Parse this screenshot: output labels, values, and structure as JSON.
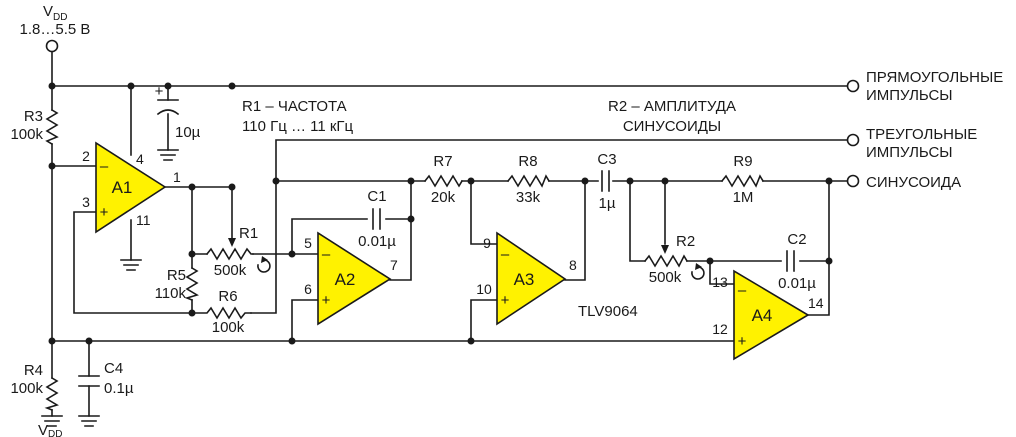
{
  "supply": {
    "name": "V",
    "sub": "DD",
    "range": "1.8…5.5 B"
  },
  "vdd_bottom": {
    "name": "V",
    "sub": "DD"
  },
  "notes": {
    "r1_line1": "R1 – ЧАСТОТА",
    "r1_line2": "110 Гц … 11 кГц",
    "r2_line1": "R2 – АМПЛИТУДА",
    "r2_line2": "СИНУСОИДЫ",
    "chip": "TLV9064"
  },
  "outputs": {
    "square_1": "ПРЯМОУГОЛЬНЫЕ",
    "square_2": "ИМПУЛЬСЫ",
    "triangle_1": "ТРЕУГОЛЬНЫЕ",
    "triangle_2": "ИМПУЛЬСЫ",
    "sine": "СИНУСОИДА"
  },
  "resistors": {
    "R3": {
      "name": "R3",
      "value": "100k"
    },
    "R4": {
      "name": "R4",
      "value": "100k"
    },
    "R5": {
      "name": "R5",
      "value": "110k"
    },
    "R6": {
      "name": "R6",
      "value": "100k"
    },
    "R7": {
      "name": "R7",
      "value": "20k"
    },
    "R8": {
      "name": "R8",
      "value": "33k"
    },
    "R9": {
      "name": "R9",
      "value": "1M"
    },
    "R1": {
      "name": "R1",
      "value": "500k"
    },
    "R2": {
      "name": "R2",
      "value": "500k"
    }
  },
  "capacitors": {
    "C1": {
      "name": "C1",
      "value": "0.01µ"
    },
    "C2": {
      "name": "C2",
      "value": "0.01µ"
    },
    "C3": {
      "name": "C3",
      "value": "1µ"
    },
    "C4": {
      "name": "C4",
      "value": "0.1µ"
    },
    "C5": {
      "name": "",
      "value": "10µ"
    }
  },
  "amps": {
    "A1": {
      "name": "A1",
      "pin_inv": "2",
      "pin_noninv": "3",
      "pin_out": "1",
      "pin_vplus": "4",
      "pin_gnd": "11"
    },
    "A2": {
      "name": "A2",
      "pin_inv": "5",
      "pin_noninv": "6",
      "pin_out": "7"
    },
    "A3": {
      "name": "A3",
      "pin_inv": "9",
      "pin_noninv": "10",
      "pin_out": "8"
    },
    "A4": {
      "name": "A4",
      "pin_inv": "13",
      "pin_noninv": "12",
      "pin_out": "14"
    }
  },
  "signs": {
    "minus": "–",
    "plus": "+"
  },
  "colors": {
    "amplifier_fill": "#fff200",
    "ink": "#1a1a1a"
  }
}
